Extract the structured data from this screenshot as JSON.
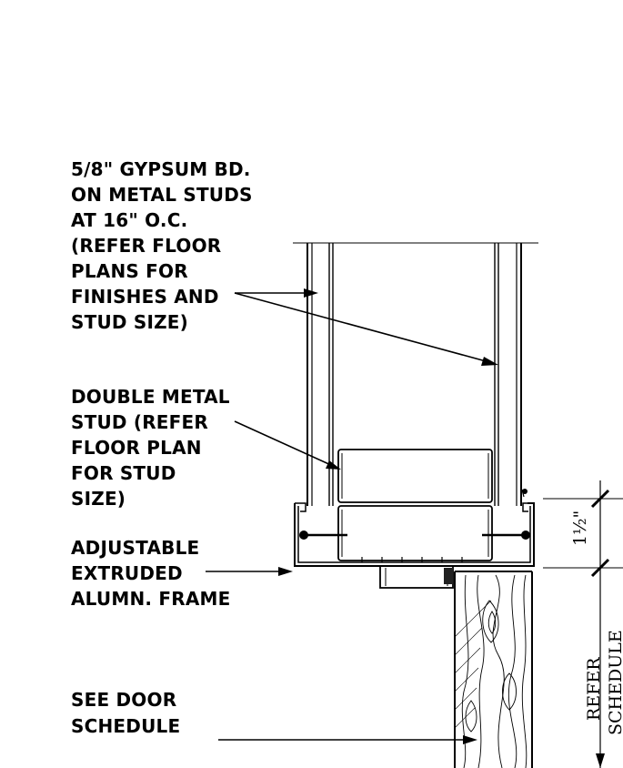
{
  "notes": {
    "gypsum": [
      "5/8\" GYPSUM BD.",
      "ON METAL STUDS",
      "AT 16\" O.C.",
      "(REFER FLOOR",
      "PLANS FOR",
      "FINISHES AND",
      "STUD SIZE)"
    ],
    "stud": [
      "DOUBLE METAL",
      "STUD (REFER",
      "FLOOR PLAN",
      "FOR STUD",
      "SIZE)"
    ],
    "frame": [
      "ADJUSTABLE",
      "EXTRUDED",
      "ALUMN. FRAME"
    ],
    "door": [
      "SEE DOOR",
      "SCHEDULE"
    ]
  },
  "dimension": {
    "value": "1½\""
  },
  "refer": [
    "REFER",
    "SCHEDULE"
  ]
}
